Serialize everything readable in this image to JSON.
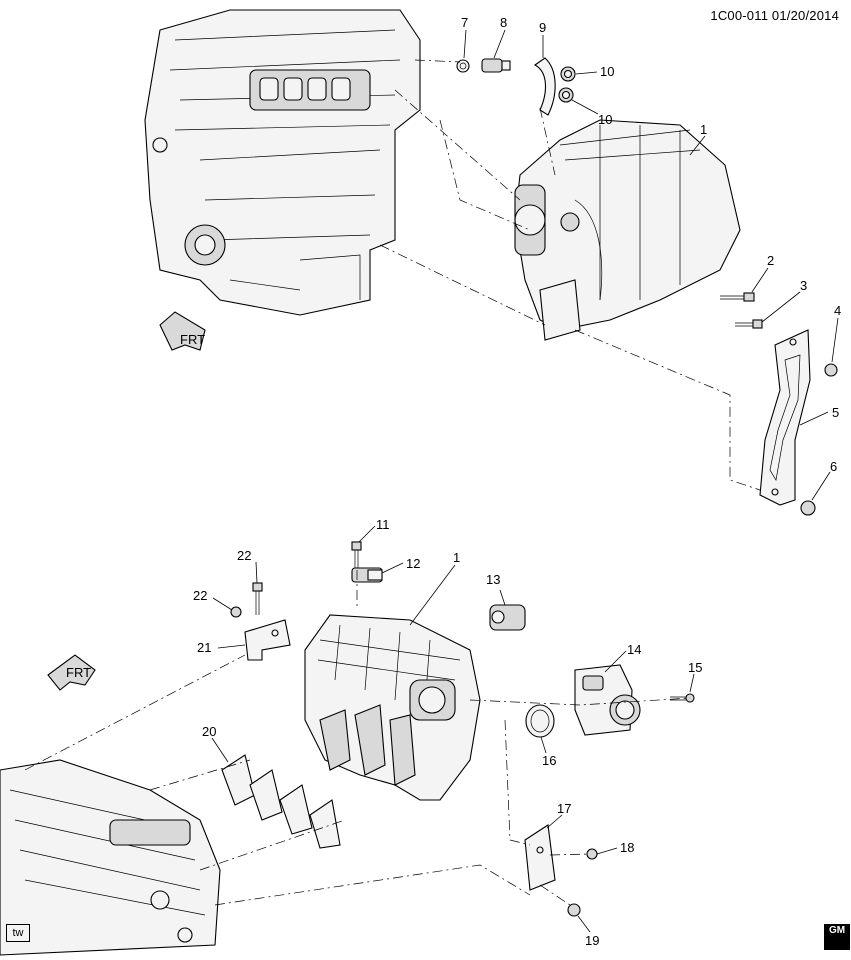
{
  "header": {
    "ref_code": "1C00-011  01/20/2014"
  },
  "badges": {
    "tw": "tw",
    "gm": "GM"
  },
  "arrows": {
    "front_upper": "FRT",
    "front_lower": "FRT"
  },
  "callouts": {
    "c1_top": "1",
    "c2": "2",
    "c3": "3",
    "c4": "4",
    "c5": "5",
    "c6": "6",
    "c7": "7",
    "c8": "8",
    "c9": "9",
    "c10a": "10",
    "c10b": "10",
    "c1_bottom": "1",
    "c11": "11",
    "c12": "12",
    "c13": "13",
    "c14": "14",
    "c15": "15",
    "c16": "16",
    "c17": "17",
    "c18": "18",
    "c19": "19",
    "c20": "20",
    "c21": "21",
    "c22a": "22",
    "c22b": "22"
  }
}
